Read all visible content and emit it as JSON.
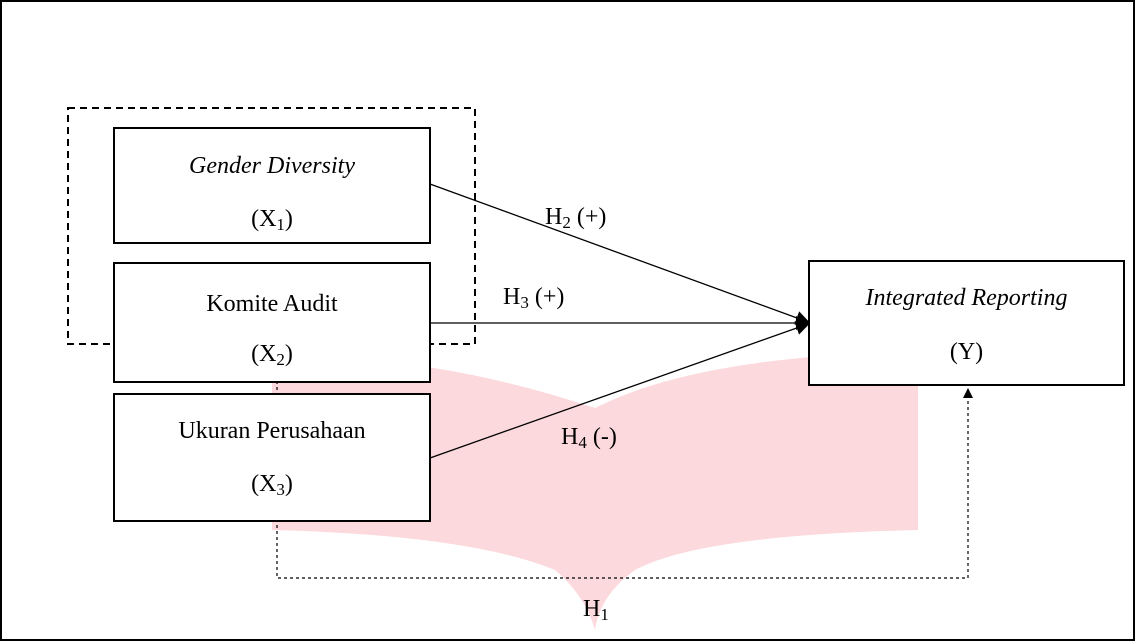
{
  "variables": {
    "x1": {
      "name": "Gender Diversity",
      "symbol": "X",
      "index": "1"
    },
    "x2": {
      "name": "Komite Audit",
      "symbol": "X",
      "index": "2"
    },
    "x3": {
      "name": "Ukuran Perusahaan",
      "symbol": "X",
      "index": "3"
    },
    "y": {
      "name": "Integrated Reporting",
      "symbol": "(Y)"
    }
  },
  "hypotheses": {
    "h1": {
      "letter": "H",
      "index": "1",
      "sign": ""
    },
    "h2": {
      "letter": "H",
      "index": "2",
      "sign": "(+)"
    },
    "h3": {
      "letter": "H",
      "index": "3",
      "sign": "(+)"
    },
    "h4": {
      "letter": "H",
      "index": "4",
      "sign": "(-)"
    }
  },
  "colors": {
    "line": "#000000",
    "watermark": "#fcd9dc"
  }
}
